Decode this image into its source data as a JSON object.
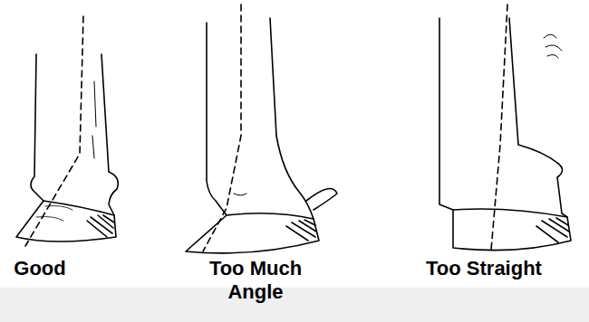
{
  "diagram": {
    "labels": [
      "Good",
      "Too Much Angle",
      "Too Straight"
    ]
  }
}
